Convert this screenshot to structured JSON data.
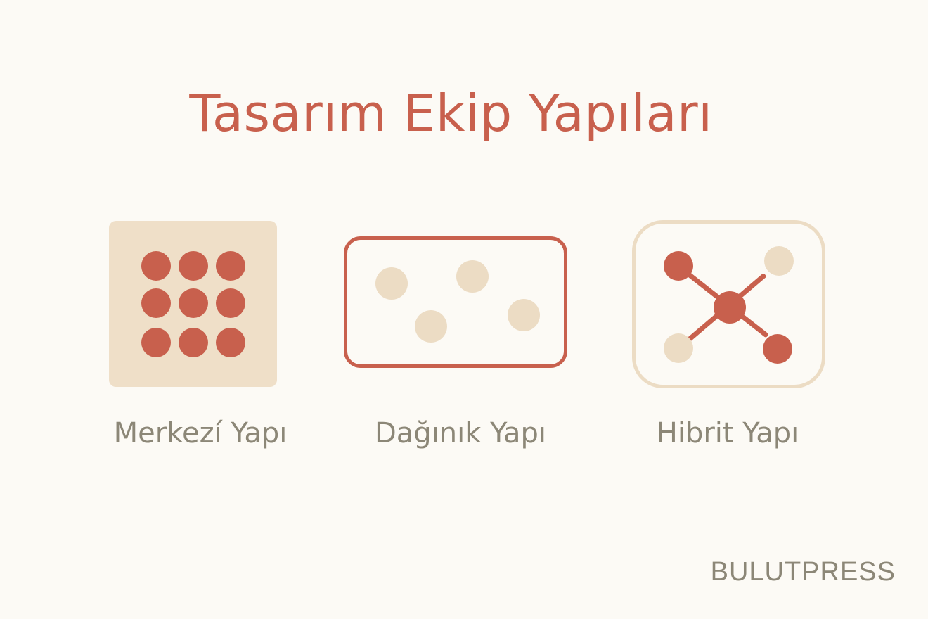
{
  "title": "Tasarım Ekip Yapıları",
  "structures": [
    {
      "label": "Merkezí Yapı"
    },
    {
      "label": "Dağınık Yapı"
    },
    {
      "label": "Hibrit Yapı"
    }
  ],
  "brand": "BULUTPRESS",
  "colors": {
    "background": "#fcfaf5",
    "accent": "#c8604d",
    "cream": "#ecdcc4",
    "text_muted": "#8c8777"
  }
}
